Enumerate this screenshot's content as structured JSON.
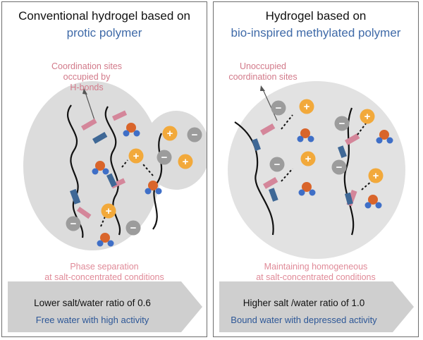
{
  "left_panel": {
    "title_line1": "Conventional hydrogel based on",
    "title_line2": "protic polymer",
    "annotation": [
      "Coordination sites",
      "occupied by",
      "H-bonds"
    ],
    "bottom_note": [
      "Phase separation",
      "at salt-concentrated conditions"
    ],
    "banner_line1": "Lower salt/water ratio of 0.6",
    "banner_line2": "Free water with high activity"
  },
  "right_panel": {
    "title_line1": "Hydrogel based on",
    "title_line2": "bio-inspired methylated polymer",
    "annotation": [
      "Unoccupied",
      "coordination sites"
    ],
    "bottom_note": [
      "Maintaining homogeneous",
      "at salt-concentrated conditions"
    ],
    "banner_line1": "Higher salt /water ratio of 1.0",
    "banner_line2": "Bound water with depressed activity"
  },
  "symbols": {
    "cation": "+",
    "anion": "−"
  },
  "colors": {
    "title_blue": "#3f6aa8",
    "annotation_pink": "#d27a8a",
    "cation": "#f2a93b",
    "anion": "#9c9c9c",
    "oxygen": "#d9652b",
    "hydrogen": "#3f6fc7",
    "site_pink": "#d4869a",
    "site_blue": "#3f6896",
    "banner_gray": "#cfcfcf"
  }
}
